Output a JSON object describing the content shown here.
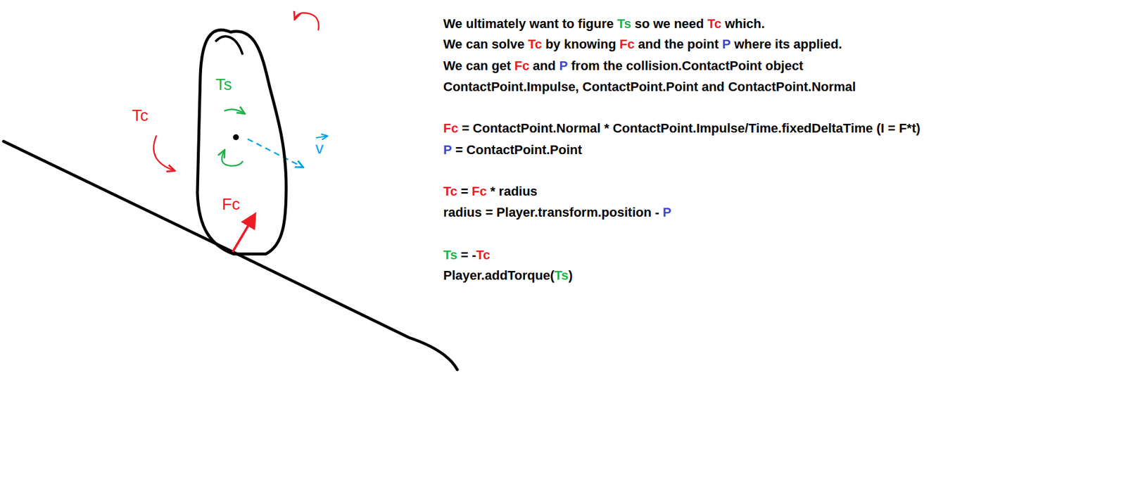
{
  "diagram": {
    "nodes": [
      {
        "text": [
          "Ts",
          "Fc"
        ]
      }
    ],
    "labels": [
      "Tc",
      "v",
      "We ultimately want to figure",
      "Ts",
      "so we need",
      "Tc",
      "which.",
      "We can solve",
      "Tc",
      "by knowing",
      "Fc",
      "and the point",
      "P",
      "where its applied.",
      "We can get",
      "Fc",
      "and",
      "P",
      "from the collision.ContactPoint object",
      "ContactPoint.Impulse, ContactPoint.Point and ContactPoint.Normal",
      "Fc",
      "= ContactPoint.Normal * ContactPoint.Impulse/Time.fixedDeltaTime (I = F*t)",
      "P",
      "= ContactPoint.Point",
      "Tc",
      "=",
      "Fc",
      "* radius",
      "radius = Player.transform.position -",
      "P",
      "Ts",
      "= -",
      "Tc",
      "Player.addTorque(",
      "Ts",
      ")"
    ]
  }
}
